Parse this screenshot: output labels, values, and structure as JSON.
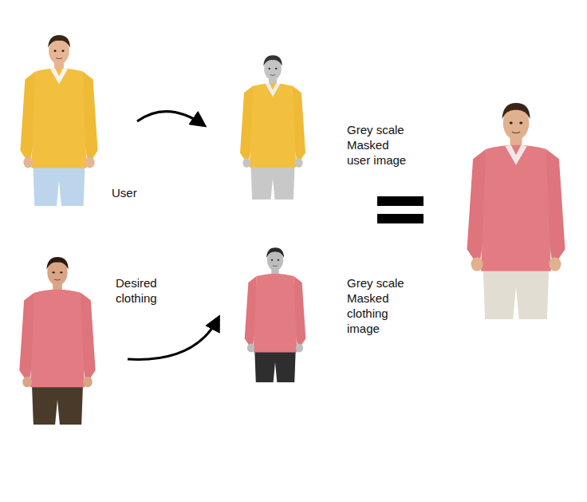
{
  "diagram": {
    "labels": [
      "User",
      "Grey scale Masked user image",
      "Desired clothing",
      "Grey scale Masked clothing image"
    ]
  }
}
